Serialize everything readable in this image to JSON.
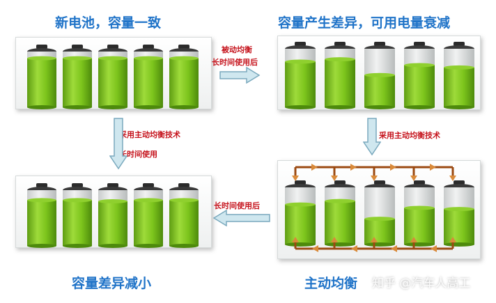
{
  "titles": {
    "top_left": "新电池，容量一致",
    "top_right": "容量产生差异，可用电量衰减",
    "bottom_left": "容量差异减小",
    "bottom_right": "主动均衡"
  },
  "labels": {
    "passive_1": "被动均衡",
    "passive_2": "长时间使用后",
    "active_down_right": "采用主动均衡技术",
    "active_down_left_1": "采用主动均衡技术",
    "active_down_left_2": "长时间使用",
    "after_long_use": "长时间使用后"
  },
  "panels": {
    "top_left_levels": [
      0.88,
      0.88,
      0.88,
      0.88,
      0.88
    ],
    "top_right_levels": [
      0.78,
      0.82,
      0.55,
      0.72,
      0.68
    ],
    "bottom_left_levels": [
      0.82,
      0.82,
      0.8,
      0.82,
      0.82
    ],
    "bottom_right_levels": [
      0.7,
      0.76,
      0.45,
      0.64,
      0.62
    ]
  },
  "watermark": "知乎 @汽车人高工",
  "colors": {
    "title_blue": "#1f73c8",
    "label_red": "#c5121b",
    "battery_green": "#7cc41c",
    "flow_arrow": "#9b4a12",
    "flow_head": "#d98a3a"
  }
}
